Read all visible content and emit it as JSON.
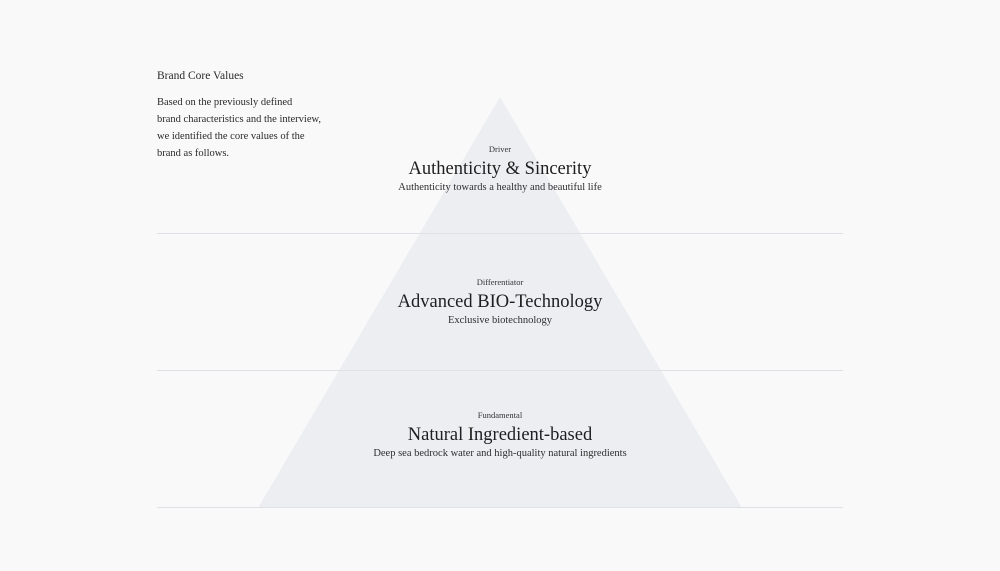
{
  "intro": {
    "title": "Brand Core Values",
    "body": "Based on the previously defined\nbrand characteristics and the interview,\nwe identified the core values of the\nbrand as follows."
  },
  "pyramid": {
    "fill_color": "#eceef2",
    "divider_color": "#dfe1e6",
    "tiers": [
      {
        "label": "Driver",
        "title": "Authenticity & Sincerity",
        "description": "Authenticity towards a healthy and beautiful life"
      },
      {
        "label": "Differentiator",
        "title": "Advanced BIO-Technology",
        "description": "Exclusive biotechnology"
      },
      {
        "label": "Fundamental",
        "title": "Natural Ingredient-based",
        "description": "Deep sea bedrock water and high-quality natural ingredients"
      }
    ]
  }
}
